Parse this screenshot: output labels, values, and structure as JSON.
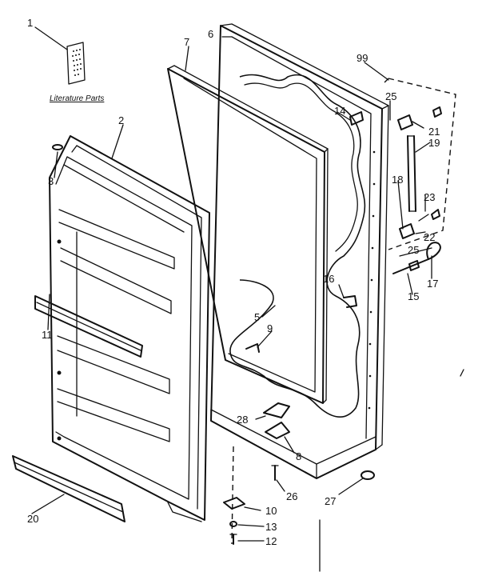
{
  "diagram": {
    "callouts": [
      {
        "id": "c1",
        "label": "1"
      },
      {
        "id": "c2",
        "label": "2"
      },
      {
        "id": "c3",
        "label": "3"
      },
      {
        "id": "c5",
        "label": "5"
      },
      {
        "id": "c6",
        "label": "6"
      },
      {
        "id": "c7",
        "label": "7"
      },
      {
        "id": "c8",
        "label": "8"
      },
      {
        "id": "c9",
        "label": "9"
      },
      {
        "id": "c10",
        "label": "10"
      },
      {
        "id": "c11",
        "label": "11"
      },
      {
        "id": "c12",
        "label": "12"
      },
      {
        "id": "c13",
        "label": "13"
      },
      {
        "id": "c14",
        "label": "14"
      },
      {
        "id": "c15",
        "label": "15"
      },
      {
        "id": "c16",
        "label": "16"
      },
      {
        "id": "c17",
        "label": "17"
      },
      {
        "id": "c18",
        "label": "18"
      },
      {
        "id": "c19",
        "label": "19"
      },
      {
        "id": "c20",
        "label": "20"
      },
      {
        "id": "c21",
        "label": "21"
      },
      {
        "id": "c22",
        "label": "22"
      },
      {
        "id": "c23",
        "label": "23"
      },
      {
        "id": "c25a",
        "label": "25"
      },
      {
        "id": "c25b",
        "label": "25"
      },
      {
        "id": "c26",
        "label": "26"
      },
      {
        "id": "c27",
        "label": "27"
      },
      {
        "id": "c28",
        "label": "28"
      },
      {
        "id": "c99",
        "label": "99"
      }
    ],
    "literature_label": "Literature Parts"
  }
}
